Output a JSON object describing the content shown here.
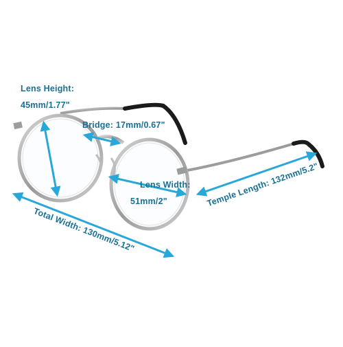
{
  "dimensions": {
    "lens_height": {
      "label": "Lens Height:",
      "value": "45mm/1.77\""
    },
    "bridge": {
      "label": "Bridge:",
      "value": "17mm/0.67\""
    },
    "lens_width": {
      "label": "Lens Width:",
      "value": "51mm/2\""
    },
    "temple_length": {
      "label": "Temple Length:",
      "value": "132mm/5.2\""
    },
    "total_width": {
      "label": "Total Width:",
      "value": "130mm/5.12\""
    }
  },
  "colors": {
    "annotation_text": "#1a6f93",
    "arrow": "#27a8d9",
    "frame_metal": "#a8a8a8",
    "temple_tip": "#1b1b1b",
    "background": "#ffffff"
  }
}
